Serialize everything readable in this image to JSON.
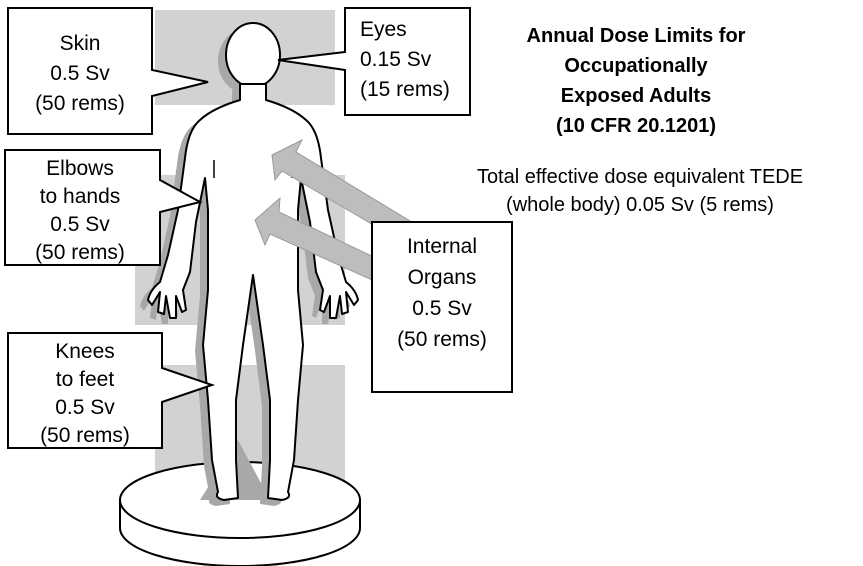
{
  "title": {
    "line1": "Annual Dose Limits for",
    "line2": "Occupationally",
    "line3": "Exposed Adults",
    "line4": "(10 CFR 20.1201)"
  },
  "tede": {
    "line1": "Total effective dose equivalent TEDE",
    "line2": "(whole body) 0.05 Sv (5 rems)"
  },
  "callouts": {
    "skin": {
      "line1": "Skin",
      "line2": "0.5 Sv",
      "line3": "(50 rems)"
    },
    "eyes": {
      "line1": "Eyes",
      "line2": "0.15 Sv",
      "line3": "(15 rems)"
    },
    "elbows": {
      "line1": "Elbows",
      "line2": "to hands",
      "line3": "0.5 Sv",
      "line4": "(50 rems)"
    },
    "knees": {
      "line1": "Knees",
      "line2": "to feet",
      "line3": "0.5 Sv",
      "line4": "(50 rems)"
    },
    "organs": {
      "line1": "Internal",
      "line2": "Organs",
      "line3": "0.5 Sv",
      "line4": "(50 rems)"
    }
  },
  "colors": {
    "zone_gray": "#d2d2d2",
    "shadow_gray": "#a8a8a8",
    "outline": "#000000",
    "paper": "#ffffff"
  }
}
